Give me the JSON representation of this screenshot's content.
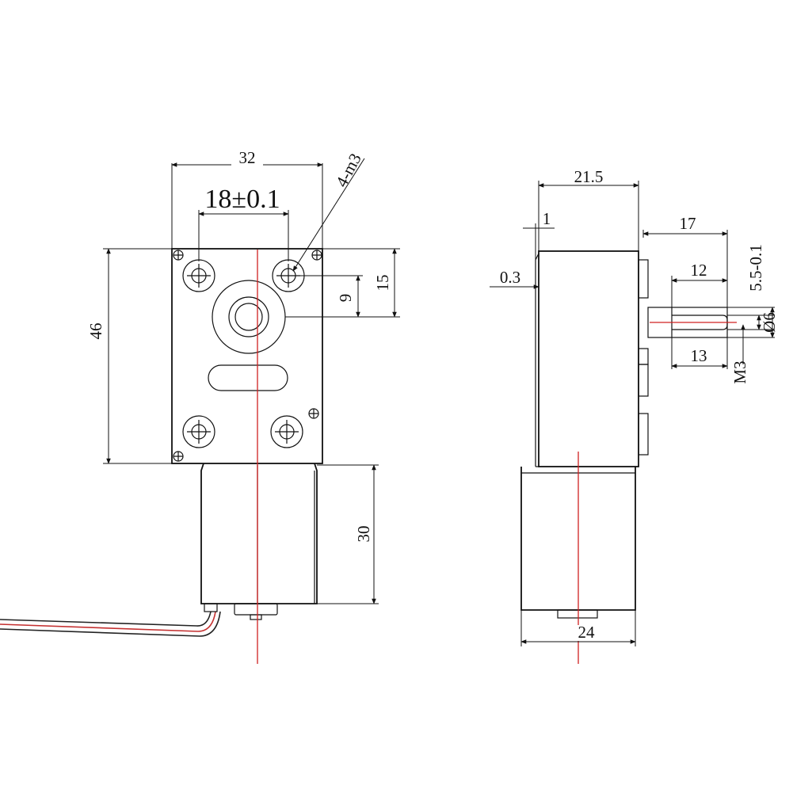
{
  "front_view": {
    "dim_width": "32",
    "dim_hole_spacing": "18±0.1",
    "dim_mount_label": "4-m3",
    "dim_height": "46",
    "dim_top_to_shaft": "15",
    "dim_hole_to_shaft": "9",
    "dim_motor_length": "30"
  },
  "side_view": {
    "dim_depth": "21.5",
    "dim_step": "1",
    "dim_offset": "0.3",
    "dim_shaft_total": "17",
    "dim_shaft_flat": "12",
    "dim_flat_width": "5.5-0.1",
    "dim_shaft_diameter": "Ø6",
    "dim_shaft_length": "13",
    "dim_thread": "M3",
    "dim_motor_diameter": "24"
  },
  "colors": {
    "centerline": "#d02020",
    "outline": "#111111",
    "wire_red": "#c43030"
  }
}
